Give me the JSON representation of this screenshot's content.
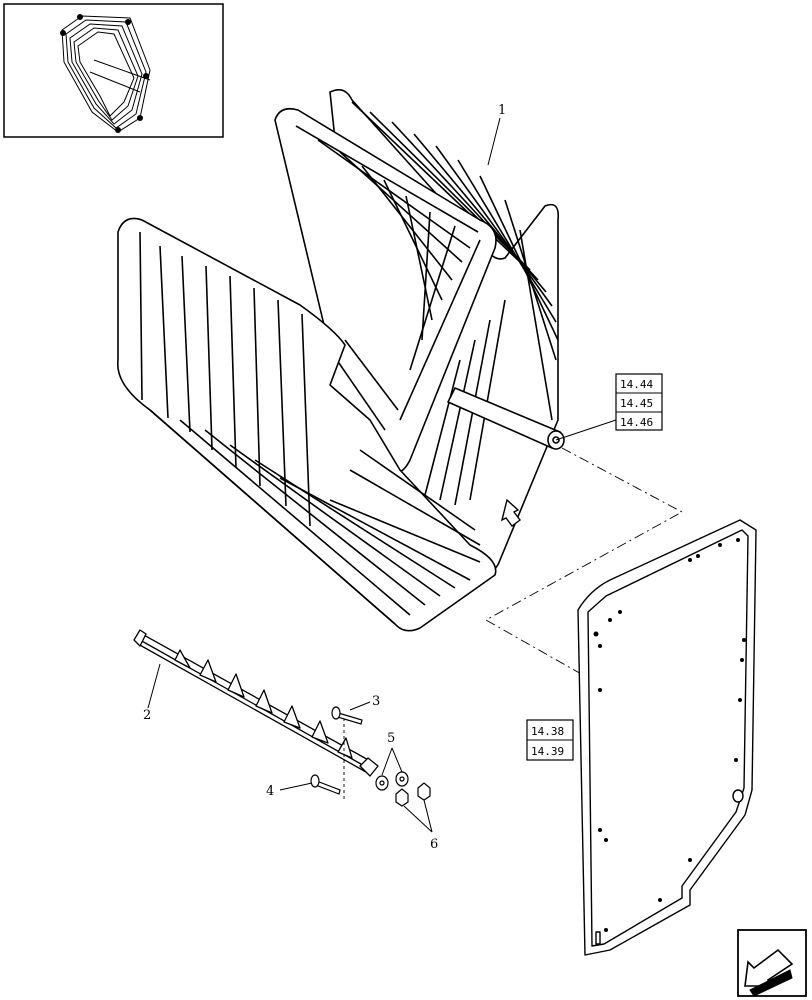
{
  "parts": [
    {
      "id": "part-1",
      "number": "1"
    },
    {
      "id": "part-2",
      "number": "2"
    },
    {
      "id": "part-3",
      "number": "3"
    },
    {
      "id": "part-4",
      "number": "4"
    },
    {
      "id": "part-5",
      "number": "5"
    },
    {
      "id": "part-6",
      "number": "6"
    }
  ],
  "ref_groups": [
    {
      "id": "belt-roller-refs",
      "refs": [
        "14.44",
        "14.45",
        "14.46"
      ]
    },
    {
      "id": "side-panel-refs",
      "refs": [
        "14.38",
        "14.39"
      ]
    }
  ],
  "icons": {
    "thumbnail": "assembly-thumbnail-icon",
    "nav": "next-page-arrow-icon",
    "direction": "rotation-direction-arrow-icon"
  }
}
